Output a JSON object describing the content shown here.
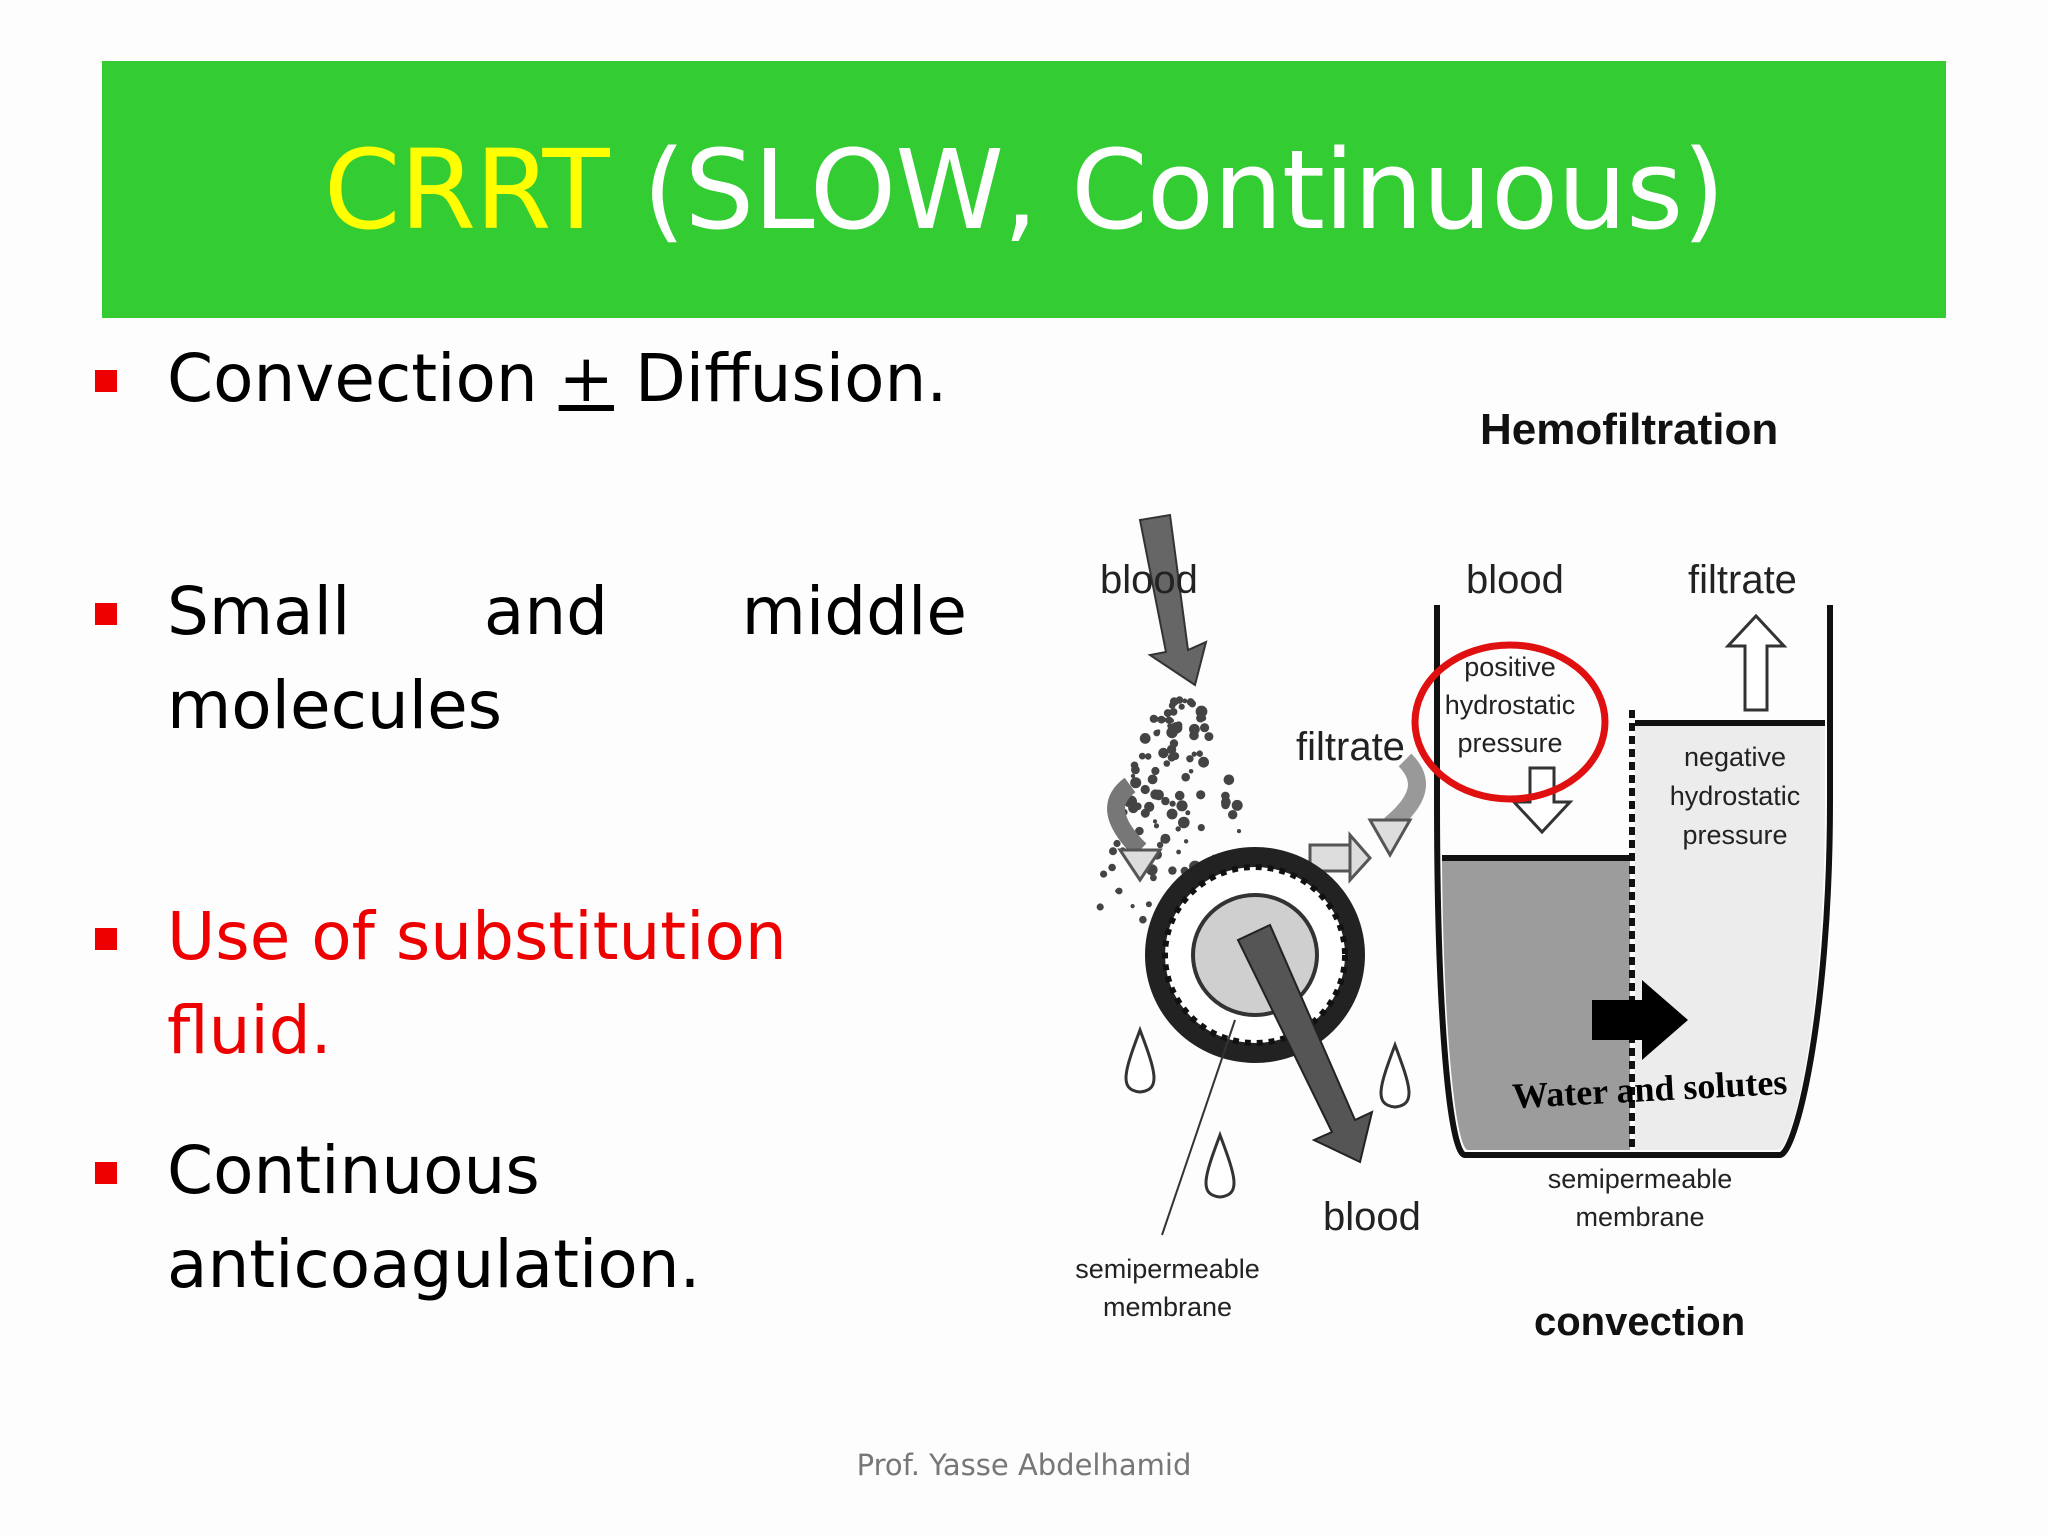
{
  "slide": {
    "title_accent": "CRRT",
    "title_rest": " (SLOW, Continuous)",
    "colors": {
      "title_band": "#33cc33",
      "accent": "#ffff00",
      "bullet_marker": "#ee0000",
      "highlight_text": "#ee0000"
    }
  },
  "bullets": [
    {
      "pre": "Convection ",
      "mid": "+",
      "post": " Diffusion."
    },
    {
      "w1": "Small",
      "w2": "and",
      "w3": "middle",
      "line2": "molecules"
    },
    {
      "text": "Use of substitution fluid."
    },
    {
      "line1": "Continuous",
      "line2": "anticoagulation."
    }
  ],
  "diagram": {
    "title": "Hemofiltration",
    "left_blood_in": "blood",
    "left_filtrate": "filtrate",
    "left_blood_out": "blood",
    "left_membrane_1": "semipermeable",
    "left_membrane_2": "membrane",
    "right_blood": "blood",
    "right_filtrate": "filtrate",
    "pos_1": "positive",
    "pos_2": "hydrostatic",
    "pos_3": "pressure",
    "neg_1": "negative",
    "neg_2": "hydrostatic",
    "neg_3": "pressure",
    "water_solutes": "Water and solutes",
    "right_membrane_1": "semipermeable",
    "right_membrane_2": "membrane",
    "caption": "convection"
  },
  "footer": "Prof. Yasse Abdelhamid"
}
